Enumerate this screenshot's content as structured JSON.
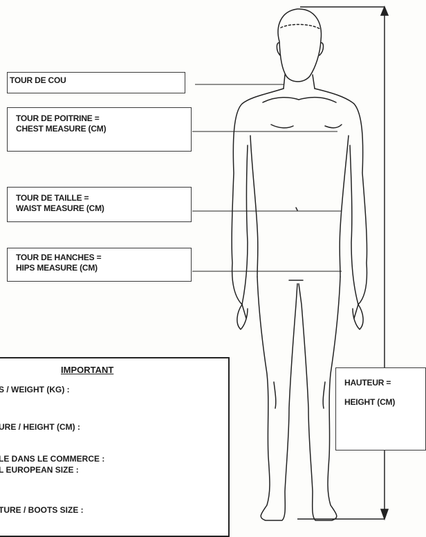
{
  "labels": {
    "neck": {
      "line1": "TOUR DE COU"
    },
    "chest": {
      "line1": "TOUR DE POITRINE =",
      "line2": "CHEST MEASURE (CM)"
    },
    "waist": {
      "line1": "TOUR DE TAILLE =",
      "line2": "WAIST MEASURE (CM)"
    },
    "hips": {
      "line1": "TOUR DE HANCHES =",
      "line2": "HIPS MEASURE (CM)"
    },
    "height": {
      "line1": "HAUTEUR =",
      "line2": "HEIGHT (CM)"
    }
  },
  "important": {
    "title": "IMPORTANT",
    "fields": [
      "S / WEIGHT (KG) :",
      "URE / HEIGHT (CM) :",
      "LE DANS LE COMMERCE :",
      "L EUROPEAN SIZE :",
      "TURE / BOOTS SIZE :"
    ]
  }
}
